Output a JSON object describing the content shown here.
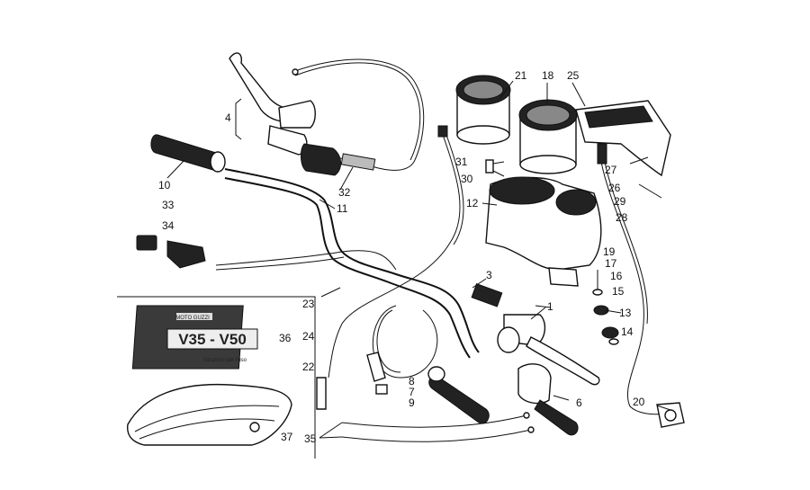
{
  "diagram": {
    "manual": {
      "brand": "MOTO GUZZI",
      "models": "V35 - V50",
      "caption": "istruzioni per l'uso"
    },
    "callouts": [
      {
        "id": "c1",
        "text": "1"
      },
      {
        "id": "c3",
        "text": "3"
      },
      {
        "id": "c4",
        "text": "4"
      },
      {
        "id": "c6",
        "text": "6"
      },
      {
        "id": "c7",
        "text": "7"
      },
      {
        "id": "c8",
        "text": "8"
      },
      {
        "id": "c9",
        "text": "9"
      },
      {
        "id": "c10",
        "text": "10"
      },
      {
        "id": "c11",
        "text": "11"
      },
      {
        "id": "c12",
        "text": "12"
      },
      {
        "id": "c13",
        "text": "13"
      },
      {
        "id": "c14",
        "text": "14"
      },
      {
        "id": "c15",
        "text": "15"
      },
      {
        "id": "c16",
        "text": "16"
      },
      {
        "id": "c17",
        "text": "17"
      },
      {
        "id": "c18",
        "text": "18"
      },
      {
        "id": "c19",
        "text": "19"
      },
      {
        "id": "c20",
        "text": "20"
      },
      {
        "id": "c21",
        "text": "21"
      },
      {
        "id": "c22",
        "text": "22"
      },
      {
        "id": "c23",
        "text": "23"
      },
      {
        "id": "c24",
        "text": "24"
      },
      {
        "id": "c25",
        "text": "25"
      },
      {
        "id": "c26",
        "text": "26"
      },
      {
        "id": "c27",
        "text": "27"
      },
      {
        "id": "c28",
        "text": "28"
      },
      {
        "id": "c29",
        "text": "29"
      },
      {
        "id": "c30",
        "text": "30"
      },
      {
        "id": "c31",
        "text": "31"
      },
      {
        "id": "c32",
        "text": "32"
      },
      {
        "id": "c33",
        "text": "33"
      },
      {
        "id": "c34",
        "text": "34"
      },
      {
        "id": "c35",
        "text": "35"
      },
      {
        "id": "c36",
        "text": "36"
      },
      {
        "id": "c37",
        "text": "37"
      }
    ]
  }
}
